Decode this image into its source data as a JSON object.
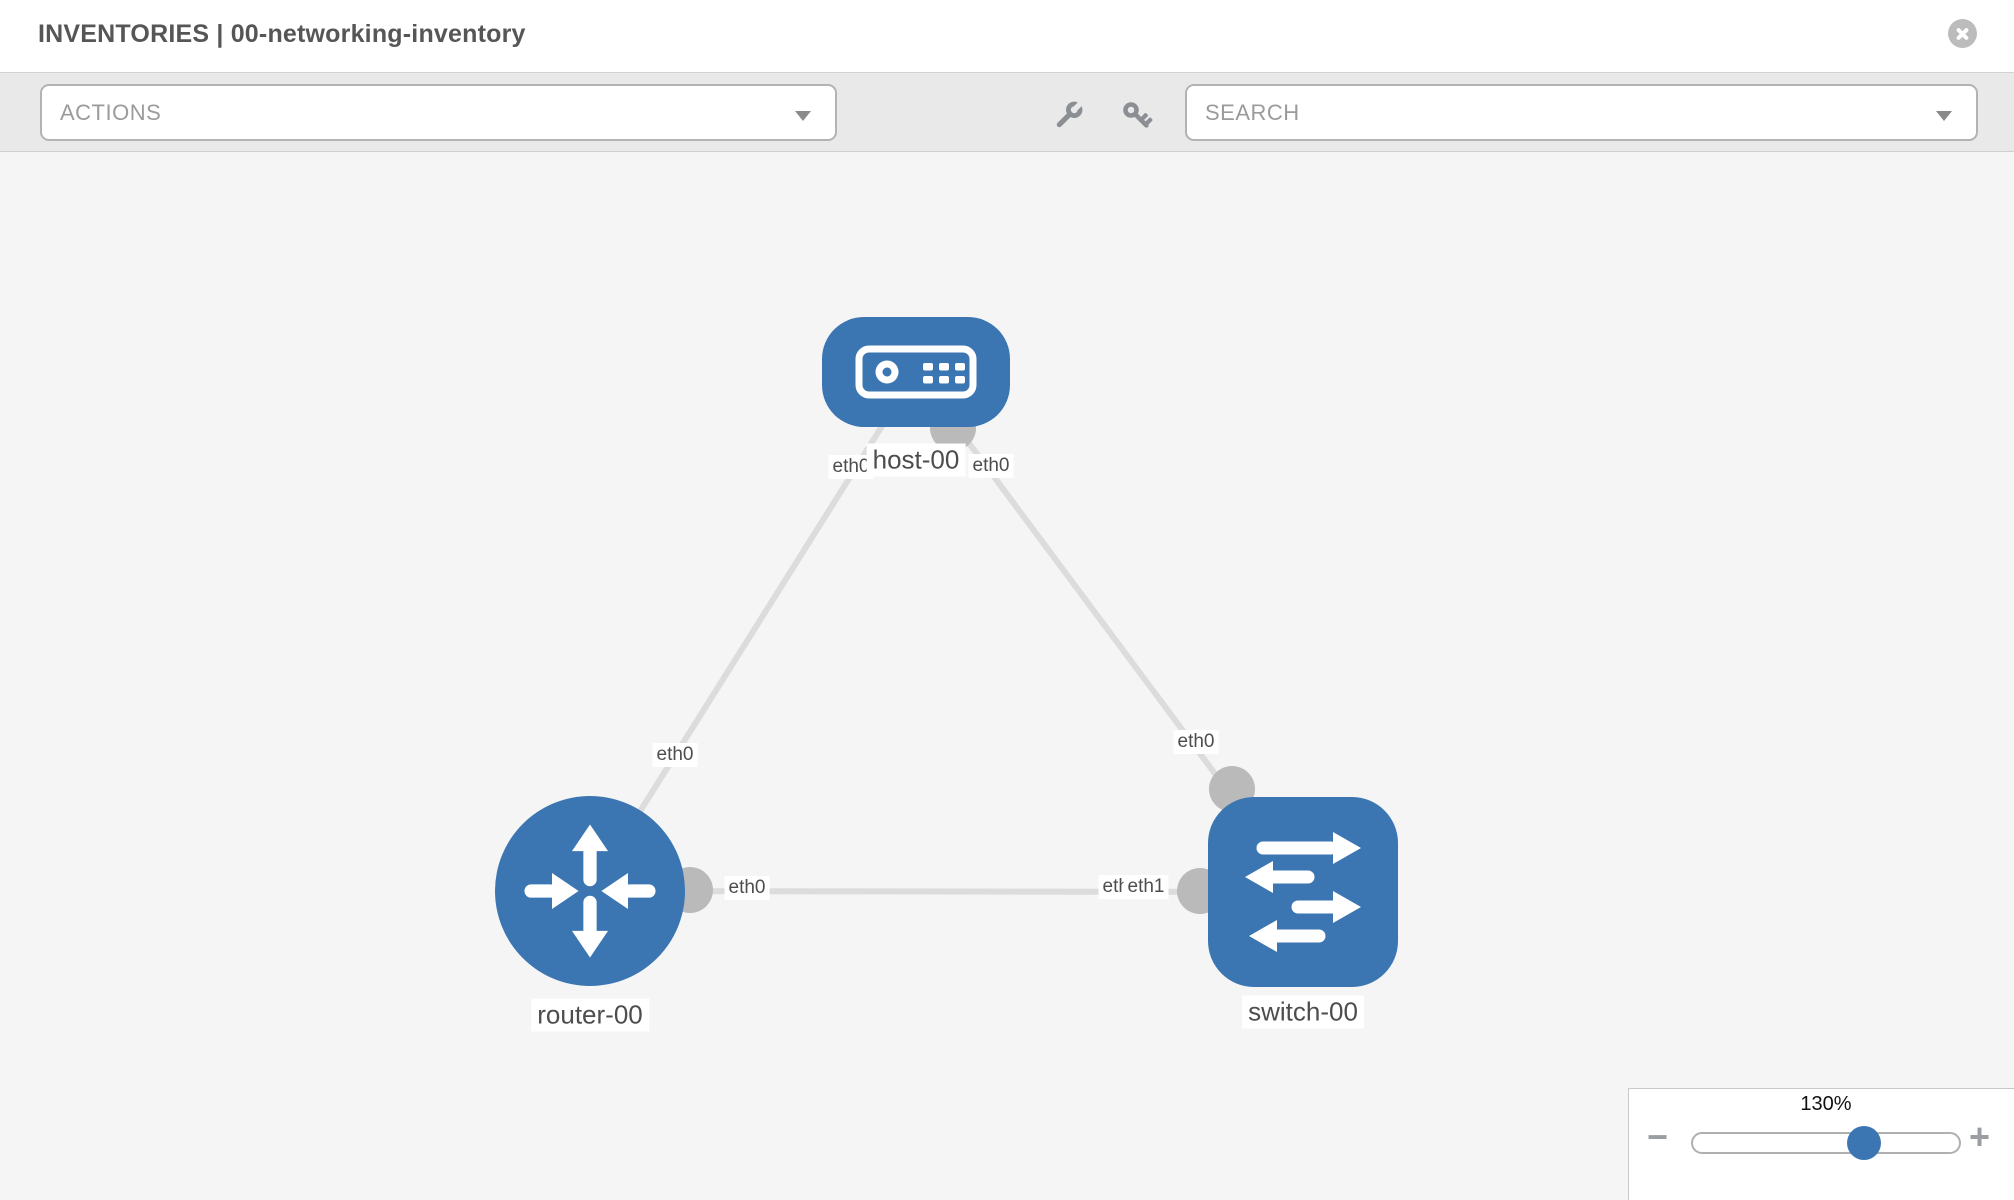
{
  "header": {
    "title": "INVENTORIES | 00-networking-inventory"
  },
  "toolbar": {
    "actions_dropdown": {
      "label": "ACTIONS"
    },
    "search_dropdown": {
      "label": "SEARCH"
    },
    "tools": [
      "wrench-icon",
      "key-icon"
    ]
  },
  "topology": {
    "nodes": [
      {
        "label": "host-00",
        "type": "host"
      },
      {
        "label": "router-00",
        "type": "router"
      },
      {
        "label": "switch-00",
        "type": "switch"
      }
    ],
    "links": [
      {
        "from": "host-00",
        "to": "router-00"
      },
      {
        "from": "host-00",
        "to": "switch-00"
      },
      {
        "from": "router-00",
        "to": "switch-00"
      }
    ],
    "interface_labels": [
      {
        "text": "eth0",
        "at": "host-left"
      },
      {
        "text": "eth0",
        "at": "host-right"
      },
      {
        "text": "eth0",
        "at": "link-host-router-near-router"
      },
      {
        "text": "eth0",
        "at": "link-host-switch-near-switch"
      },
      {
        "text": "eth0",
        "at": "router-right"
      },
      {
        "text": "eth0",
        "at": "switch-left-behind"
      },
      {
        "text": "eth1",
        "at": "switch-left"
      }
    ]
  },
  "zoom_control": {
    "value": "130%",
    "value_percent": 130,
    "decrease": "−",
    "increase": "+"
  },
  "colors": {
    "node_blue": "#3b76b3",
    "link_gray": "#dcdcdc",
    "connector_gray": "#bababa",
    "canvas_bg": "#f5f5f5",
    "toolbar_bg": "#e9e9e9",
    "label_text": "#4d4d4d"
  }
}
